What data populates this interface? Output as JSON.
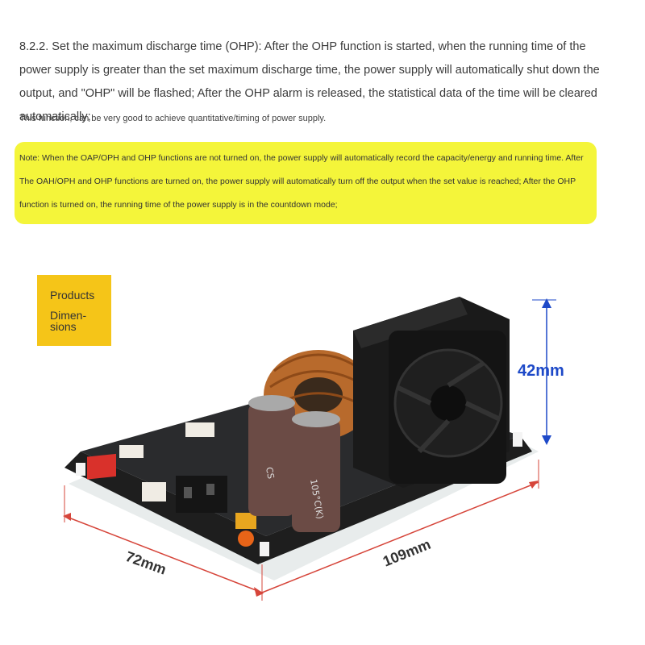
{
  "section": {
    "paragraph": "8.2.2. Set the maximum discharge time (OHP): After the OHP function is started, when the running time of the power supply is greater than the set maximum discharge time, the power supply will automatically shut down the output, and \"OHP\" will be flashed; After the OHP alarm is released, the statistical data of the time will be cleared automatically;",
    "sub_note": "This function, can be very good to achieve quantitative/timing of power supply."
  },
  "note_box": {
    "text": "Note: When the OAP/OPH and OHP functions are not turned on, the power supply will automatically record the capacity/energy and running time. After The OAH/OPH and OHP functions are turned on, the power supply will automatically turn off the output when the set value is reached; After the OHP function is turned on, the running time of the power supply is in the countdown mode;",
    "color": "#f4f53a"
  },
  "badge": {
    "line1": "Products",
    "line2": "Dimen-\nsions",
    "color": "#f5c518"
  },
  "dimensions": {
    "height": "42mm",
    "width": "72mm",
    "length": "109mm"
  },
  "capacitor_text": {
    "brand": "CS",
    "rating": "105°C(K)"
  },
  "colors": {
    "height_label": "#1d49c8",
    "dimension_line": "#d6453a",
    "height_line": "#1d49c8"
  }
}
